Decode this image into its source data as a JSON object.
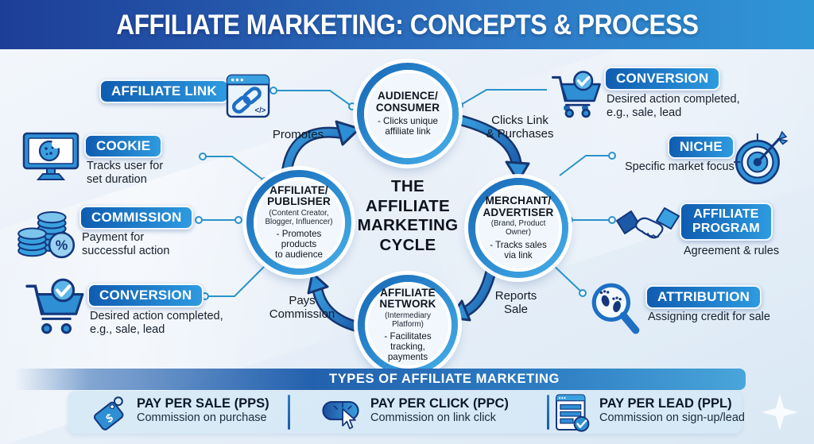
{
  "header": {
    "title": "AFFILIATE MARKETING: CONCEPTS & PROCESS"
  },
  "terms": {
    "left": [
      {
        "label": "AFFILIATE LINK",
        "desc": "",
        "icon": "browser-link-icon"
      },
      {
        "label": "COOKIE",
        "desc": "Tracks user for\nset duration",
        "icon": "monitor-cookie-icon"
      },
      {
        "label": "COMMISSION",
        "desc": "Payment for\nsuccessful action",
        "icon": "coins-percent-icon"
      },
      {
        "label": "CONVERSION",
        "desc": "Desired action completed,\ne.g., sale, lead",
        "icon": "cart-check-icon"
      }
    ],
    "right": [
      {
        "label": "CONVERSION",
        "desc": "Desired action completed,\ne.g., sale, lead",
        "icon": "cart-check-icon"
      },
      {
        "label": "NICHE",
        "desc": "Specific market focus",
        "icon": "target-dart-icon"
      },
      {
        "label": "AFFILIATE\nPROGRAM",
        "desc": "Agreement & rules",
        "icon": "handshake-icon"
      },
      {
        "label": "ATTRIBUTION",
        "desc": "Assigning credit for sale",
        "icon": "magnifier-footprints-icon"
      }
    ]
  },
  "cycle": {
    "center_title": "THE\nAFFILIATE\nMARKETING\nCYCLE",
    "nodes": [
      {
        "title": "AUDIENCE/\nCONSUMER",
        "subtitle": "",
        "detail": "- Clicks unique\naffiliate link"
      },
      {
        "title": "MERCHANT/\nADVERTISER",
        "subtitle": "(Brand, Product Owner)",
        "detail": "- Tracks sales\nvia link"
      },
      {
        "title": "AFFILIATE\nNETWORK",
        "subtitle": "(Intermediary Platform)",
        "detail": "- Facilitates tracking,\npayments"
      },
      {
        "title": "AFFILIATE/\nPUBLISHER",
        "subtitle": "(Content Creator,\nBlogger, Influencer)",
        "detail": "- Promotes products\nto audience"
      }
    ],
    "arrow_labels": {
      "promotes": "Promotes",
      "clicks": "Clicks Link\n& Purchases",
      "reports": "Reports\nSale",
      "pays": "Pays\nCommission"
    }
  },
  "types": {
    "title": "TYPES OF AFFILIATE MARKETING",
    "items": [
      {
        "title": "PAY PER SALE (PPS)",
        "desc": "Commission on purchase",
        "icon": "price-tag-icon"
      },
      {
        "title": "PAY PER CLICK (PPC)",
        "desc": "Commission on link click",
        "icon": "click-button-icon"
      },
      {
        "title": "PAY PER LEAD (PPL)",
        "desc": "Commission on sign-up/lead",
        "icon": "form-check-icon"
      }
    ]
  },
  "colors": {
    "header_left": "#1d3e97",
    "header_right": "#2f96d6",
    "badge_start": "#0f5cb0",
    "badge_end": "#2e9be0",
    "connector": "#2a93c9",
    "navy_outline": "#17356e",
    "text": "#141c28"
  }
}
